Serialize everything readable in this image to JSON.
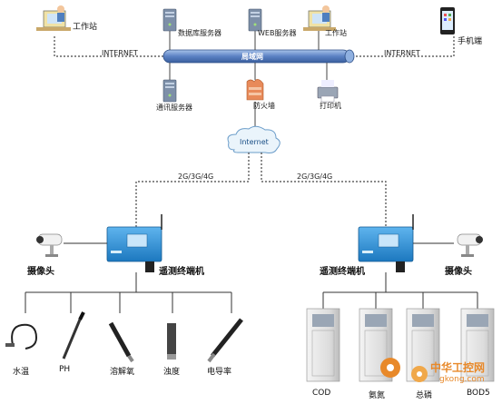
{
  "top": {
    "workstation_left": "工作站",
    "db_server": "数据库服务器",
    "web_server": "WEB服务器",
    "workstation_right": "工作站",
    "mobile": "手机端",
    "internet_left": "INTERNET",
    "internet_right": "INTERNET",
    "lan": "局域网",
    "comm_server": "通讯服务器",
    "firewall": "防火墙",
    "printer": "打印机",
    "internet_cloud": "Internet"
  },
  "links": {
    "left": "2G/3G/4G",
    "right": "2G/3G/4G"
  },
  "left_station": {
    "camera": "摄像头",
    "rtu": "遥测终端机",
    "sensors": [
      "水温",
      "PH",
      "溶解氧",
      "浊度",
      "电导率"
    ]
  },
  "right_station": {
    "camera": "摄像头",
    "rtu": "遥测终端机",
    "analyzers": [
      "COD",
      "氨氮",
      "总磷",
      "BOD5"
    ]
  },
  "watermark": {
    "brand": "中华工控网",
    "site": "gkong.com"
  },
  "colors": {
    "lan_bar": "#5b82c4",
    "rtu_body": "#2b8fd6",
    "line": "#333333",
    "analyzer": "#e6e6e6",
    "watermark": "#e8892a"
  }
}
